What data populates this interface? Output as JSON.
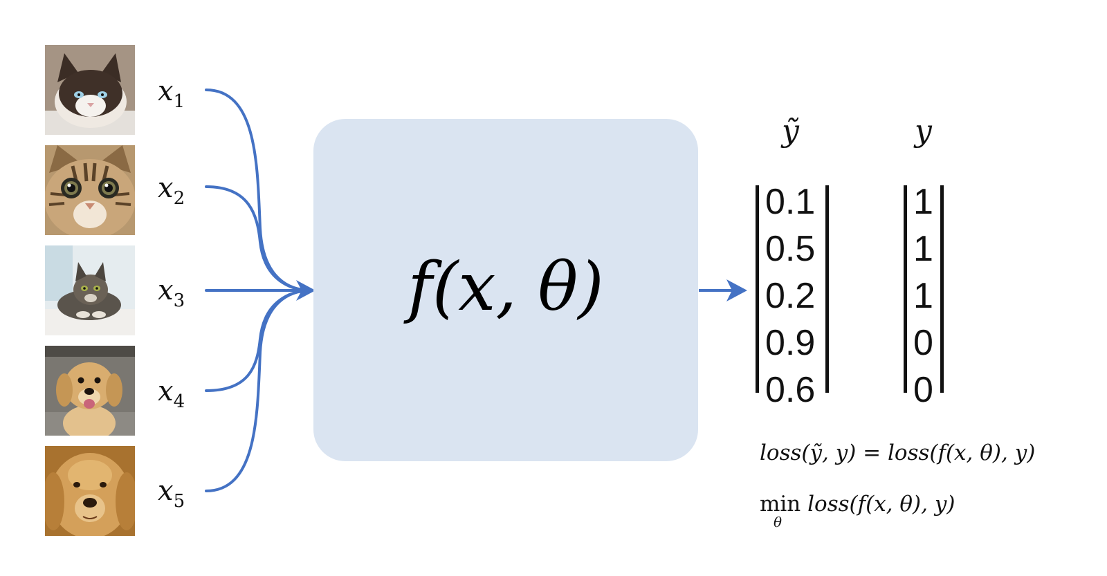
{
  "inputs": [
    {
      "label": "x",
      "index": "1",
      "image": "grumpy-cat-photo"
    },
    {
      "label": "x",
      "index": "2",
      "image": "tabby-kitten-photo"
    },
    {
      "label": "x",
      "index": "3",
      "image": "lying-tabby-cat-photo"
    },
    {
      "label": "x",
      "index": "4",
      "image": "golden-retriever-photo"
    },
    {
      "label": "x",
      "index": "5",
      "image": "golden-retriever-closeup-photo"
    }
  ],
  "model": {
    "formula": "f(x, θ)"
  },
  "predictions": {
    "header": "ỹ",
    "values": [
      "0.1",
      "0.5",
      "0.2",
      "0.9",
      "0.6"
    ]
  },
  "targets": {
    "header": "y",
    "values": [
      "1",
      "1",
      "1",
      "0",
      "0"
    ]
  },
  "formulas": {
    "loss_equation": "loss(ỹ, y) = loss(f(x, θ), y)",
    "objective_min": "min",
    "objective_sub": "θ",
    "objective_body": "loss(f(x, θ), y)"
  },
  "colors": {
    "arrow": "#4472c4",
    "model_box": "#dae4f1"
  }
}
